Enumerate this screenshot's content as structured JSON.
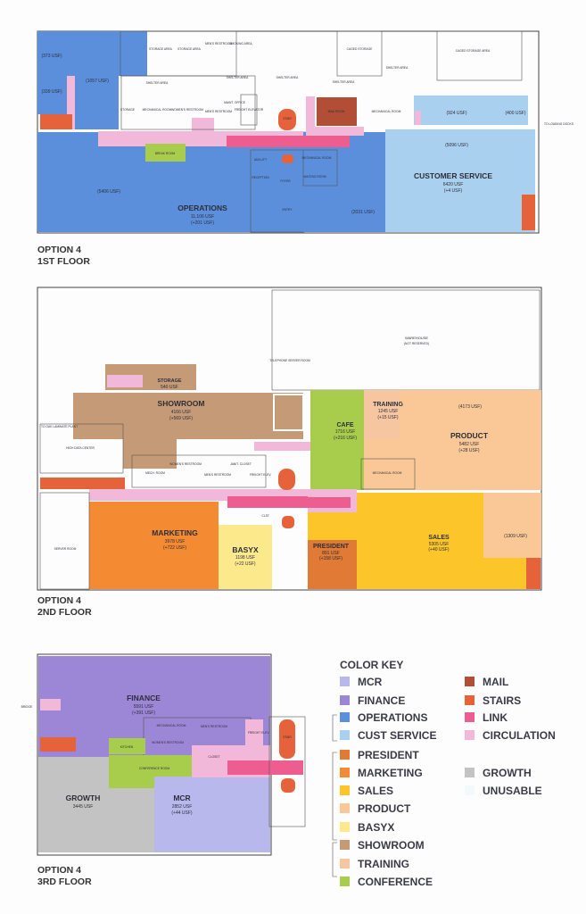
{
  "colors": {
    "mcr": "#b9b8ec",
    "finance": "#9c86d6",
    "operations": "#5b8fdc",
    "cust_service": "#a9d0ef",
    "president": "#e07a35",
    "marketing": "#f48b32",
    "sales": "#fcc52a",
    "product": "#f9c896",
    "basyx": "#fbe98c",
    "showroom": "#c59b77",
    "training": "#f6c6a0",
    "conference": "#a8cc4b",
    "mail": "#b24e35",
    "stairs": "#e5623a",
    "link": "#ee5d8f",
    "circulation": "#f2b8d9",
    "growth": "#c3c3c3",
    "unusable": "#f4fafb"
  },
  "floor1": {
    "title1": "OPTION 4",
    "title2": "1ST FLOOR",
    "ops_a": "(373 USF)",
    "ops_b": "(339 USF)",
    "ops_c": "(1057 USF)",
    "ops_d": "(5406 USF)",
    "ops_e": "(2031 USF)",
    "ops_name": "OPERATIONS",
    "ops_usf": "11,106 USF",
    "ops_delta": "(+201 USF)",
    "cs_a": "(924 USF)",
    "cs_b": "(400 USF)",
    "cs_c": "(5096 USF)",
    "cs_name": "CUSTOMER SERVICE",
    "cs_usf": "6420 USF",
    "cs_delta": "(+4 USF)",
    "storage1": "STORAGE AREA",
    "storage2": "STORAGE AREA",
    "mens": "MEN'S RESTROOM",
    "smoking": "SMOKING AREA",
    "shelter1": "SHELTER AREA",
    "shelter2": "SHELTER AREA",
    "shelter3": "SHELTER AREA",
    "shelter4": "SHELTER AREA",
    "shelter5": "SHELTER AREA",
    "caged": "CAGED STORAGE",
    "caged_area": "CAGED STORAGE AREA",
    "mech1": "MECHANICAL ROOM",
    "mech2": "MECHANICAL ROOM",
    "mech3": "MECHANICAL ROOM",
    "storage_v": "STORAGE",
    "womens": "WOMEN'S RESTROOM",
    "mens2": "MEN'S RESTROOM",
    "maint": "MAINT. OFFICE",
    "freight": "FREIGHT ELEVATOR",
    "break_room": "BREAK ROOM",
    "ada": "ADA LIFT",
    "reception": "RECEPTION",
    "foyer": "FOYER",
    "entry": "ENTRY",
    "waiting": "WAITING ROOM",
    "mail_room": "MAIL ROOM",
    "stair": "STAIR",
    "loading": "TO LOADING DOCKS"
  },
  "floor2": {
    "title1": "OPTION 4",
    "title2": "2ND FLOOR",
    "storage_name": "STORAGE",
    "storage_usf": "540 USF",
    "showroom_name": "SHOWROOM",
    "showroom_usf": "4166 USF",
    "showroom_delta": "(+569 USF)",
    "warehouse": "WAREHOUSE",
    "warehouse_sub": "(NOT RESERVED)",
    "cafe_name": "CAFE",
    "cafe_usf": "1716 USF",
    "cafe_delta": "(+216 USF)",
    "training_name": "TRAINING",
    "training_usf": "1245 USF",
    "training_delta": "(+15 USF)",
    "product_a": "(4173 USF)",
    "product_name": "PRODUCT",
    "product_usf": "5482 USF",
    "product_delta": "(+28 USF)",
    "product_b": "(1309 USF)",
    "marketing_name": "MARKETING",
    "marketing_usf": "3978 USF",
    "marketing_delta": "(+722 USF)",
    "basyx_name": "BASYX",
    "basyx_usf": "1198 USF",
    "basyx_delta": "(+22 USF)",
    "president_name": "PRESIDENT",
    "president_usf": "891 USF",
    "president_delta": "(+158 USF)",
    "sales_name": "SALES",
    "sales_usf": "5305 USF",
    "sales_delta": "(+40 USF)",
    "hdc": "HIGH DATA CENTER",
    "server": "SERVER ROOM",
    "mech": "MECH. ROOM",
    "mech_room": "MECHANICAL ROOM",
    "womens": "WOMEN'S RESTROOM",
    "mens": "MEN'S RESTROOM",
    "janit": "JANIT. CLOSET",
    "freight": "FREIGHT ELEV.",
    "telephone": "TELEPHONE SERVER ROOM",
    "laminate": "TO OAK LAMINATE PLANT",
    "clst": "CLST."
  },
  "floor3": {
    "title1": "OPTION 4",
    "title2": "3RD FLOOR",
    "finance_name": "FINANCE",
    "finance_usf": "5591 USF",
    "finance_delta": "(+391 USF)",
    "growth_name": "GROWTH",
    "growth_usf": "3445 USF",
    "mcr_name": "MCR",
    "mcr_usf": "2852 USF",
    "mcr_delta": "(+44 USF)",
    "kitchen": "KITCHEN",
    "conference": "CONFERENCE ROOM",
    "mech": "MECHANICAL ROOM",
    "womens": "WOMEN'S RESTROOM",
    "mens": "MEN'S RESTROOM",
    "closet": "CLOSET",
    "freight": "FREIGHT ELEV.",
    "bridge": "BRIDGE",
    "stair": "STAIR"
  },
  "key": {
    "title": "COLOR KEY",
    "left": [
      "MCR",
      "FINANCE",
      "OPERATIONS",
      "CUST SERVICE",
      "PRESIDENT",
      "MARKETING",
      "SALES",
      "PRODUCT",
      "BASYX",
      "SHOWROOM",
      "TRAINING",
      "CONFERENCE"
    ],
    "right": [
      "MAIL",
      "STAIRS",
      "LINK",
      "CIRCULATION",
      "GROWTH",
      "UNUSABLE"
    ]
  }
}
